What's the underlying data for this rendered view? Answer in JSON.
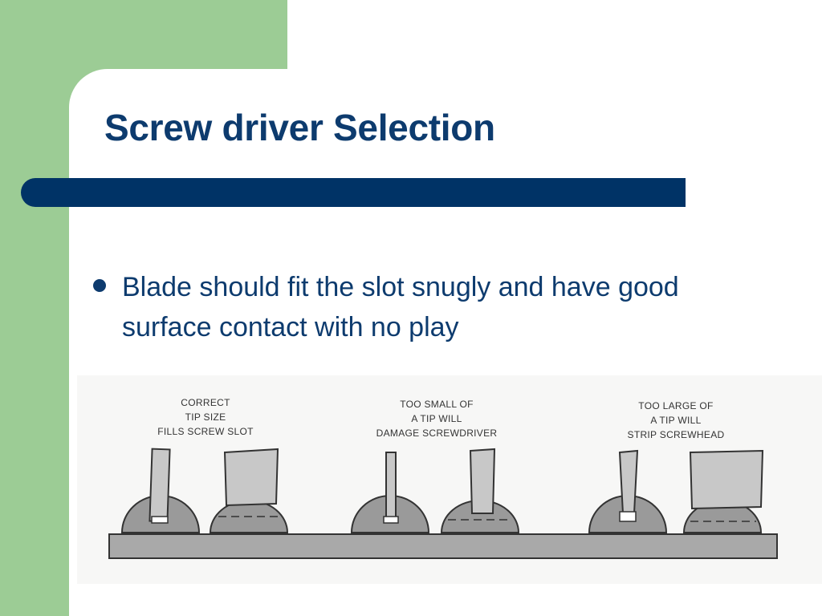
{
  "slide": {
    "title": "Screw driver Selection",
    "bullet": "Blade should fit the slot snugly and have good surface contact with no play"
  },
  "figure": {
    "labels": {
      "correct": [
        "CORRECT",
        "TIP SIZE",
        "FILLS SCREW SLOT"
      ],
      "too_small": [
        "TOO SMALL OF",
        "A TIP WILL",
        "DAMAGE SCREWDRIVER"
      ],
      "too_large": [
        "TOO LARGE OF",
        "A TIP WILL",
        "STRIP SCREWHEAD"
      ]
    }
  },
  "colors": {
    "green_accent": "#9ccc95",
    "title_bar": "#003366",
    "title_text": "#0d3b6e"
  }
}
